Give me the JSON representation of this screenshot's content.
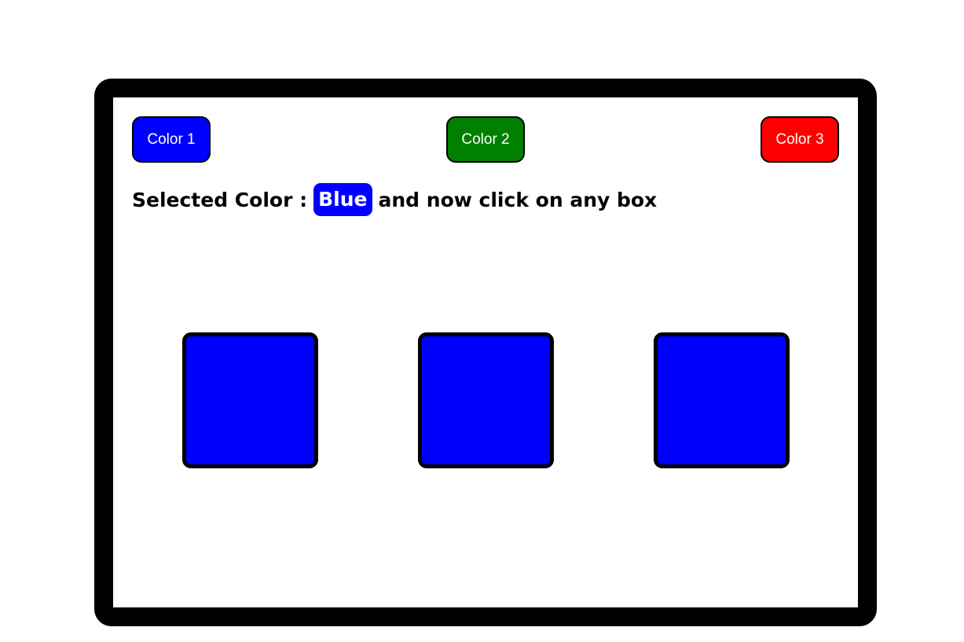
{
  "buttons": [
    {
      "label": "Color 1",
      "color": "#0000ff"
    },
    {
      "label": "Color 2",
      "color": "#008000"
    },
    {
      "label": "Color 3",
      "color": "#ff0000"
    }
  ],
  "status": {
    "prefix": "Selected Color :",
    "selected_name": "Blue",
    "selected_color": "#0000ff",
    "suffix": "and now click on any box"
  },
  "boxes": [
    {
      "color": "#0000ff"
    },
    {
      "color": "#0000ff"
    },
    {
      "color": "#0000ff"
    }
  ],
  "colors": {
    "frame": "#000000",
    "background": "#ffffff"
  }
}
